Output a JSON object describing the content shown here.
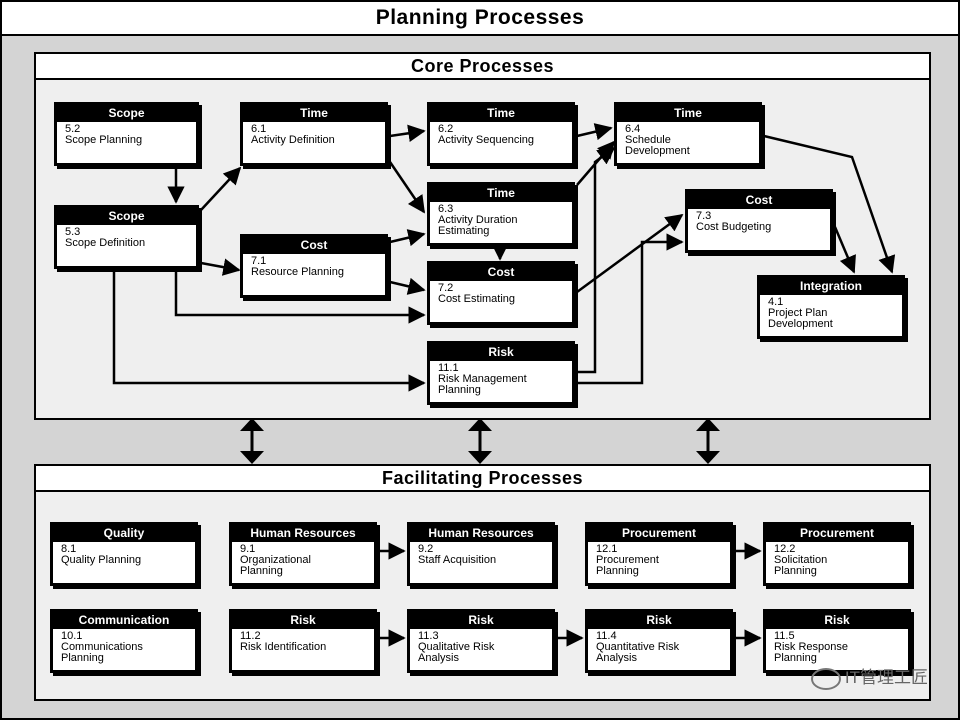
{
  "title": "Planning Processes",
  "core": {
    "title": "Core Processes",
    "boxes": [
      {
        "id": "scope-planning",
        "category": "Scope",
        "number": "5.2",
        "label": "Scope Planning"
      },
      {
        "id": "scope-definition",
        "category": "Scope",
        "number": "5.3",
        "label": "Scope Definition"
      },
      {
        "id": "activity-definition",
        "category": "Time",
        "number": "6.1",
        "label": "Activity Definition"
      },
      {
        "id": "activity-sequencing",
        "category": "Time",
        "number": "6.2",
        "label": "Activity Sequencing"
      },
      {
        "id": "activity-duration",
        "category": "Time",
        "number": "6.3",
        "label": "Activity Duration\nEstimating"
      },
      {
        "id": "schedule-development",
        "category": "Time",
        "number": "6.4",
        "label": "Schedule\nDevelopment"
      },
      {
        "id": "resource-planning",
        "category": "Cost",
        "number": "7.1",
        "label": "Resource Planning"
      },
      {
        "id": "cost-estimating",
        "category": "Cost",
        "number": "7.2",
        "label": "Cost Estimating"
      },
      {
        "id": "cost-budgeting",
        "category": "Cost",
        "number": "7.3",
        "label": "Cost Budgeting"
      },
      {
        "id": "risk-management-planning",
        "category": "Risk",
        "number": "11.1",
        "label": "Risk Management\nPlanning"
      },
      {
        "id": "project-plan-development",
        "category": "Integration",
        "number": "4.1",
        "label": "Project Plan\nDevelopment"
      }
    ]
  },
  "facilitating": {
    "title": "Facilitating Processes",
    "boxes": [
      {
        "id": "quality-planning",
        "category": "Quality",
        "number": "8.1",
        "label": "Quality Planning"
      },
      {
        "id": "organizational-planning",
        "category": "Human Resources",
        "number": "9.1",
        "label": "Organizational\nPlanning"
      },
      {
        "id": "staff-acquisition",
        "category": "Human Resources",
        "number": "9.2",
        "label": "Staff Acquisition"
      },
      {
        "id": "procurement-planning",
        "category": "Procurement",
        "number": "12.1",
        "label": "Procurement\nPlanning"
      },
      {
        "id": "solicitation-planning",
        "category": "Procurement",
        "number": "12.2",
        "label": "Solicitation\nPlanning"
      },
      {
        "id": "communications-planning",
        "category": "Communication",
        "number": "10.1",
        "label": "Communications\nPlanning"
      },
      {
        "id": "risk-identification",
        "category": "Risk",
        "number": "11.2",
        "label": "Risk Identification"
      },
      {
        "id": "qualitative-risk-analysis",
        "category": "Risk",
        "number": "11.3",
        "label": "Qualitative Risk\nAnalysis"
      },
      {
        "id": "quantitative-risk-analysis",
        "category": "Risk",
        "number": "11.4",
        "label": "Quantitative Risk\nAnalysis"
      },
      {
        "id": "risk-response-planning",
        "category": "Risk",
        "number": "11.5",
        "label": "Risk Response\nPlanning"
      }
    ]
  },
  "watermark": "IT管理工匠",
  "colors": {
    "ink": "#000000",
    "panel": "#efefef",
    "background": "#d4d4d4",
    "box": "#ffffff"
  }
}
